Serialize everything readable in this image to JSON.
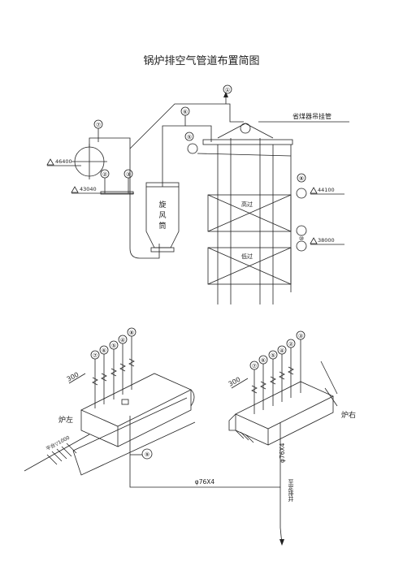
{
  "title": "锅炉排空气管道布置简图",
  "upper": {
    "balloons": [
      "①",
      "⑥",
      "⑦",
      "②",
      "③",
      "⑤",
      "⑧",
      "⑩",
      "⑪"
    ],
    "elev_46400": "46400",
    "elev_43040": "43040",
    "elev_44100": "44100",
    "elev_38000": "38000",
    "cyclone_label": [
      "旋",
      "风",
      "筒"
    ],
    "high_temp_label": "高过",
    "low_temp_label": "低过",
    "economizer_label": "省煤器吊挂管"
  },
  "lower": {
    "left_side_label": "炉左",
    "right_side_label": "炉右",
    "dim_300": "300",
    "balloons_left": [
      "⑦",
      "⑥",
      "⑤",
      "④",
      "⑧"
    ],
    "balloons_right": [
      "⑦",
      "⑥",
      "⑤",
      "④",
      "②",
      "③"
    ],
    "balloon_9": "⑨",
    "elev_left": "平台▽1000",
    "pipe_spec": "φ76X4",
    "pipe_spec_vertical": "φ76X4",
    "trench_label": "至定排井"
  }
}
